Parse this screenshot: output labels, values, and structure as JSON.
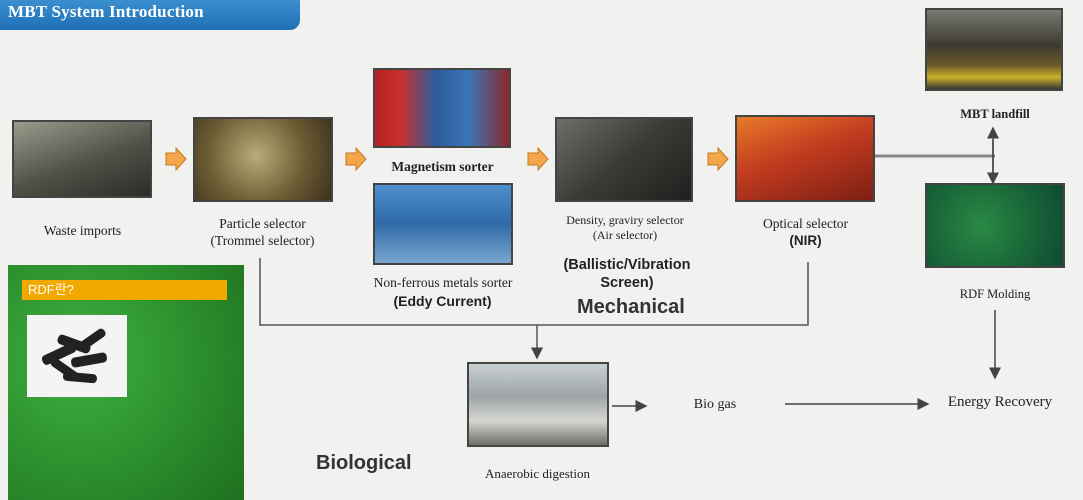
{
  "header": {
    "title": "MBT System Introduction"
  },
  "colors": {
    "header_blue": "#2a7fc4",
    "arrow_orange": "#f3a64a",
    "rdf_green": "#2e9a30",
    "rdf_tag_orange": "#f1a800"
  },
  "nodes": {
    "waste": "Waste imports",
    "particle_1": "Particle selector",
    "particle_2": "(Trommel selector)",
    "magnetism": "Magnetism sorter",
    "nonferrous_1": "Non-ferrous metals sorter",
    "nonferrous_2": "(Eddy Current)",
    "density_1": "Density, graviry selector",
    "density_2": "(Air selector)",
    "ballistic": "(Ballistic/Vibration Screen)",
    "optical_1": "Optical selector",
    "optical_2": "(NIR)",
    "landfill": "MBT landfill",
    "rdf_molding": "RDF Molding",
    "energy": "Energy Recovery",
    "biogas": "Bio gas",
    "anaerobic": "Anaerobic digestion"
  },
  "sections": {
    "mechanical": "Mechanical",
    "biological": "Biological"
  },
  "rdf_panel": {
    "tag": "RDF란?"
  }
}
